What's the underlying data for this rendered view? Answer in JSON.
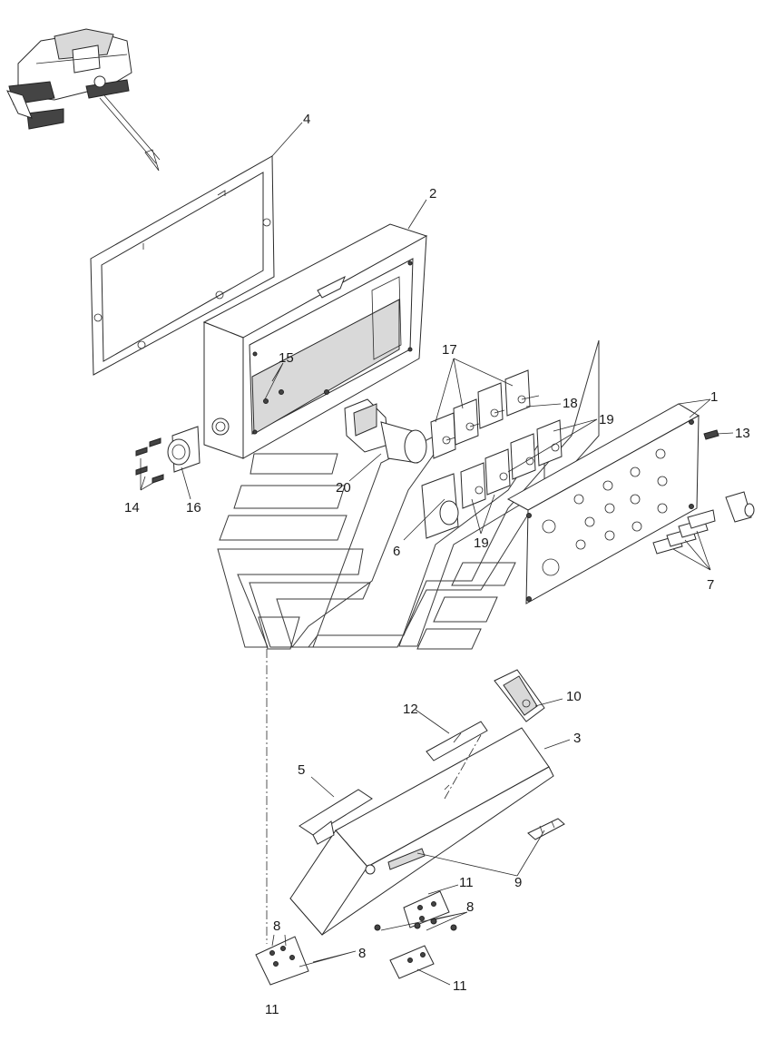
{
  "callouts": [
    {
      "id": "c1",
      "text": "1"
    },
    {
      "id": "c2",
      "text": "2"
    },
    {
      "id": "c3",
      "text": "3"
    },
    {
      "id": "c4",
      "text": "4"
    },
    {
      "id": "c5",
      "text": "5"
    },
    {
      "id": "c6",
      "text": "6"
    },
    {
      "id": "c7",
      "text": "7"
    },
    {
      "id": "c8a",
      "text": "8"
    },
    {
      "id": "c8b",
      "text": "8"
    },
    {
      "id": "c8c",
      "text": "8"
    },
    {
      "id": "c9",
      "text": "9"
    },
    {
      "id": "c10",
      "text": "10"
    },
    {
      "id": "c11a",
      "text": "11"
    },
    {
      "id": "c11b",
      "text": "11"
    },
    {
      "id": "c11c",
      "text": "11"
    },
    {
      "id": "c12",
      "text": "12"
    },
    {
      "id": "c13",
      "text": "13"
    },
    {
      "id": "c14",
      "text": "14"
    },
    {
      "id": "c15",
      "text": "15"
    },
    {
      "id": "c16",
      "text": "16"
    },
    {
      "id": "c17",
      "text": "17"
    },
    {
      "id": "c18",
      "text": "18"
    },
    {
      "id": "c19a",
      "text": "19"
    },
    {
      "id": "c19b",
      "text": "19"
    },
    {
      "id": "c20",
      "text": "20"
    }
  ]
}
